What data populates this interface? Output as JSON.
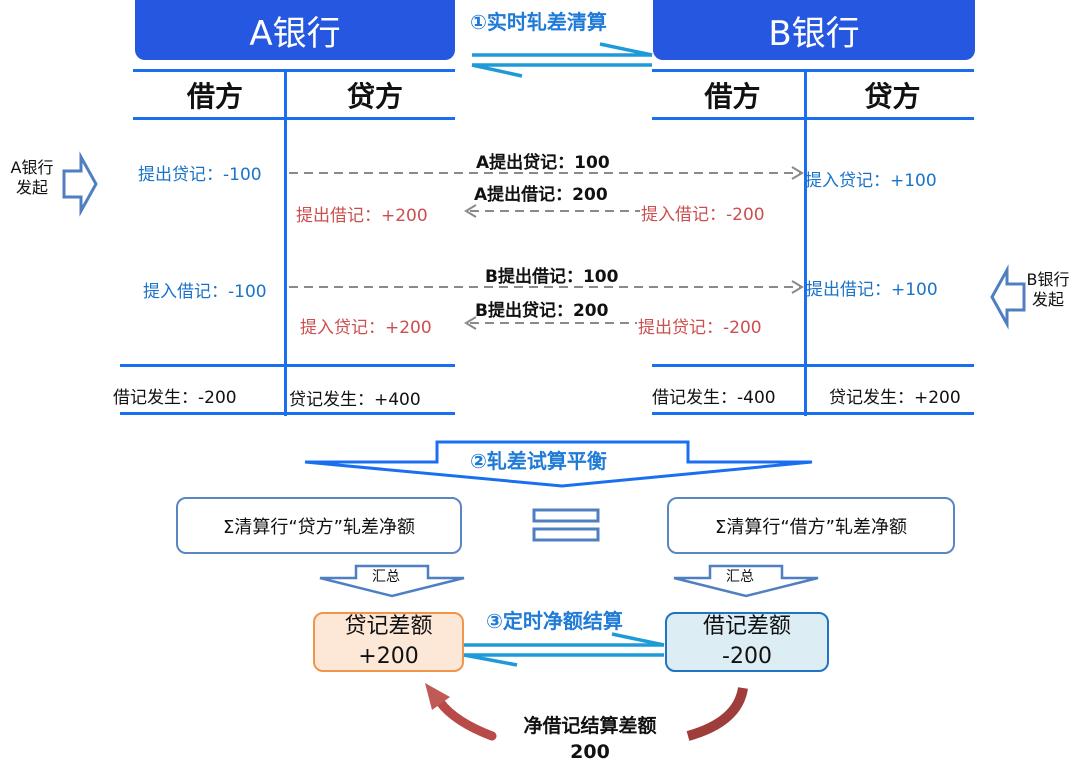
{
  "title_bank_a": "A银行",
  "title_bank_b": "B银行",
  "step1": {
    "label": "①实时轧差清算"
  },
  "step2": {
    "label": "②轧差试算平衡"
  },
  "step3": {
    "label": "③定时净额结算"
  },
  "bank_a": {
    "columns": {
      "debit": "借方",
      "credit": "贷方"
    },
    "initiator_label_line1": "A银行",
    "initiator_label_line2": "发起",
    "entries": {
      "credit_out": "提出贷记：-100",
      "debit_out": "提出借记：+200",
      "debit_in": "提入借记：-100",
      "credit_in": "提入贷记：+200"
    },
    "totals": {
      "debit": "借记发生：-200",
      "credit": "贷记发生：+400"
    }
  },
  "bank_b": {
    "columns": {
      "debit": "借方",
      "credit": "贷方"
    },
    "initiator_label_line1": "B银行",
    "initiator_label_line2": "发起",
    "entries": {
      "credit_in": "提入贷记：+100",
      "debit_in": "提入借记：-200",
      "debit_out": "提出借记：+100",
      "credit_out": "提出贷记：-200"
    },
    "totals": {
      "debit": "借记发生：-400",
      "credit": "贷记发生：+200"
    }
  },
  "flows": {
    "a_credit_out": "A提出贷记：100",
    "a_debit_out": "A提出借记：200",
    "b_debit_out": "B提出借记：100",
    "b_credit_out": "B提出贷记：200"
  },
  "balance": {
    "left": "Σ清算行“贷方”轧差净额",
    "right": "Σ清算行“借方”轧差净额",
    "summary_left": "汇总",
    "summary_right": "汇总"
  },
  "results": {
    "credit_box": {
      "title": "贷记差额",
      "value": "+200"
    },
    "debit_box": {
      "title": "借记差额",
      "value": "-200"
    }
  },
  "net_settlement": {
    "title": "净借记结算差额",
    "value": "200"
  },
  "colors": {
    "header_blue": "#2557e0",
    "line_blue": "#1a6ff0",
    "entry_blue": "#1a73c8",
    "entry_red": "#cc4f4f",
    "step_blue": "#1f7bd6",
    "credit_box_fill": "#fde8d8",
    "credit_box_border": "#f0954a",
    "debit_box_fill": "#dcedf4",
    "debit_box_border": "#1f74c4",
    "curve_red": "#b84a48"
  }
}
